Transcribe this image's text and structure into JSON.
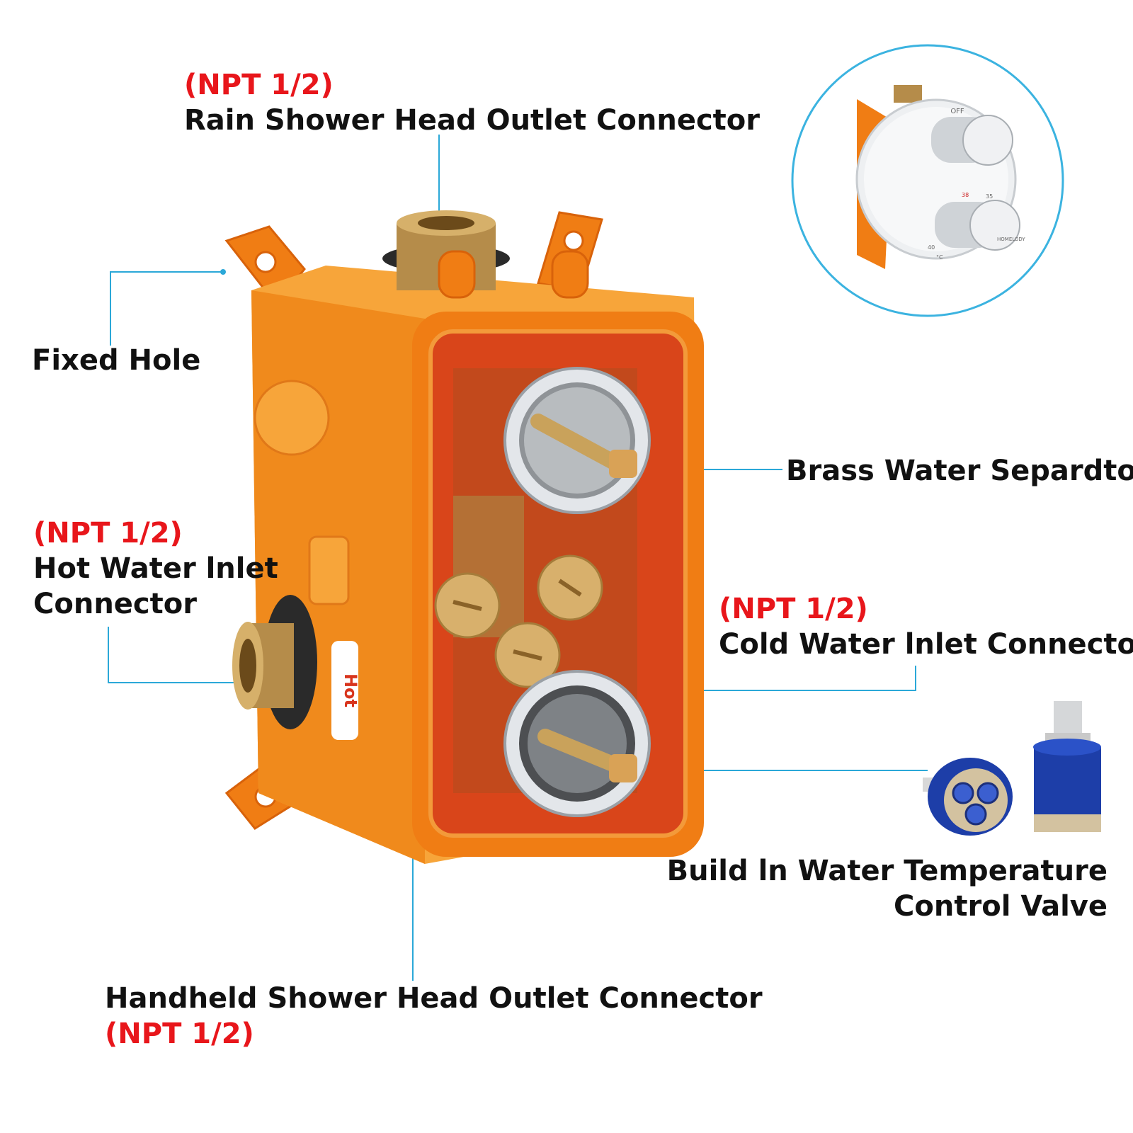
{
  "colors": {
    "text": "#111111",
    "spec": "#e8161b",
    "leader": "#2ba8d8",
    "box_orange": "#f07d14",
    "box_interior": "#d9451a",
    "brass": "#c9a25b",
    "chrome": "#d6d9dd",
    "cartridge_blue": "#1d3ea8"
  },
  "labels": {
    "rain_outlet": {
      "spec": "(NPT 1/2)",
      "name": "Rain Shower Head Outlet Connector"
    },
    "fixed_hole": {
      "name": "Fixed Hole"
    },
    "hot_inlet": {
      "spec": "(NPT 1/2)",
      "name_line1": "Hot Water lnlet",
      "name_line2": "Connector"
    },
    "brass_separator": {
      "name": "Brass Water Separdtor"
    },
    "cold_inlet": {
      "spec": "(NPT 1/2)",
      "name": "Cold Water lnlet Connector"
    },
    "temp_valve": {
      "name_line1": "Build ln Water Temperature",
      "name_line2": "Control Valve"
    },
    "handheld_outlet": {
      "name": "Handheld Shower Head Outlet Connector",
      "spec": "(NPT 1/2)"
    }
  },
  "product": {
    "hot_sticker": "Hot",
    "inset_dial_off": "OFF",
    "inset_brand": "HOMELODY",
    "inset_temps": [
      "38",
      "35",
      "40",
      "°C"
    ]
  },
  "icons": [
    "thermostatic-valve-box-icon",
    "faucet-trim-icon",
    "ceramic-cartridge-icon"
  ]
}
